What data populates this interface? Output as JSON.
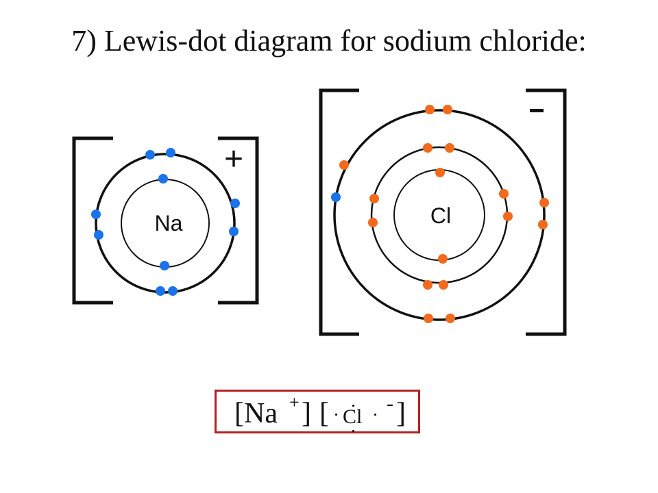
{
  "title": "7) Lewis-dot diagram for sodium chloride:",
  "colors": {
    "sodium_electron": "#1a73e8",
    "chlorine_electron": "#f26a1b",
    "formula_border": "#b22222",
    "ink": "#111111"
  },
  "sodium": {
    "symbol": "Na",
    "charge": "+",
    "shell_electrons": [
      2,
      8
    ],
    "shells_drawn": 2
  },
  "chlorine": {
    "symbol": "Cl",
    "charge": "-",
    "shell_electrons": [
      2,
      8,
      8
    ],
    "shells_drawn": 3,
    "gained_electrons": 1
  },
  "formula": {
    "cation_open": "[Na",
    "cation_charge": "+",
    "cation_close": "]",
    "anion_open": "[",
    "anion_symbol": "Cl",
    "anion_charge": "-",
    "anion_close": "]"
  }
}
